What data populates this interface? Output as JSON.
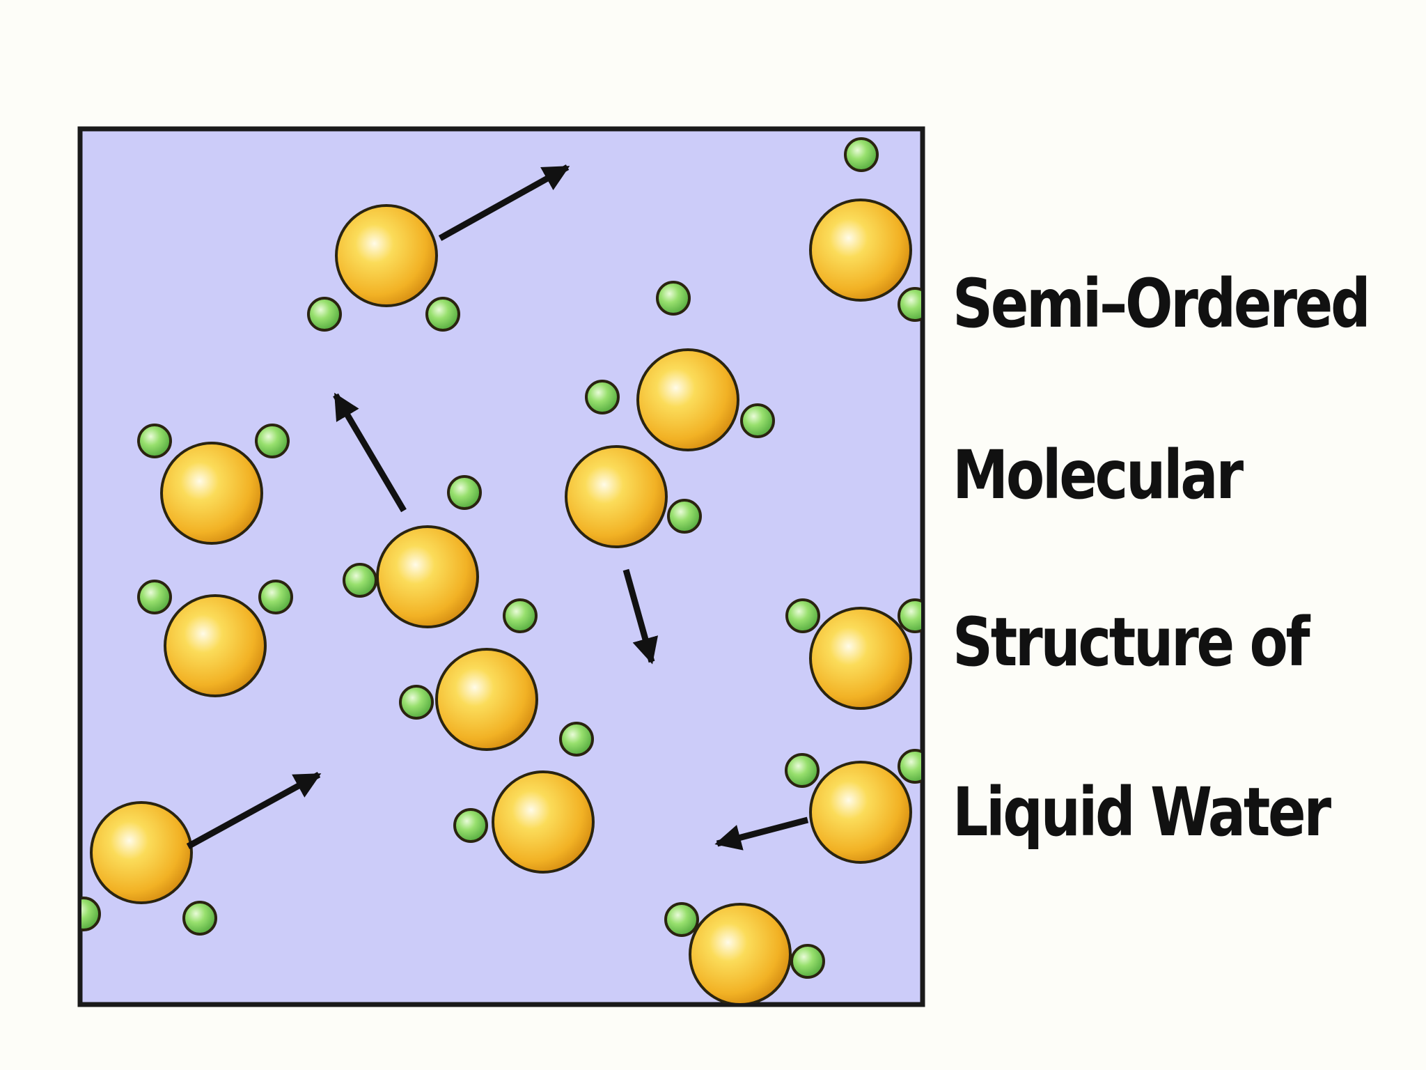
{
  "caption": {
    "lines": [
      "Semi–Ordered",
      "Molecular",
      "Structure of",
      "Liquid Water"
    ]
  },
  "colors": {
    "background": "#fdfdf8",
    "box_fill": "#ccccf9",
    "box_border": "#1a1a1a",
    "oxygen_atom": "#f2b225",
    "hydrogen_atom": "#7bd65a",
    "arrow": "#111111",
    "caption_text": "#111111"
  }
}
